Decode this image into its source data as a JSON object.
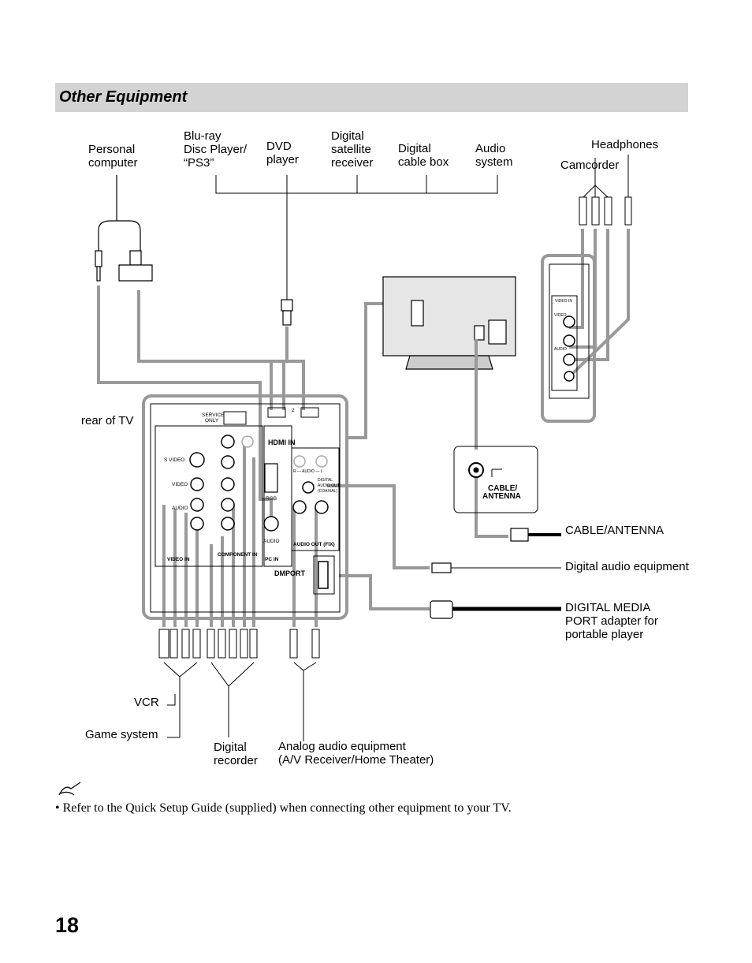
{
  "section": {
    "title": "Other Equipment"
  },
  "devices": {
    "personal_computer": "Personal\ncomputer",
    "bluray": "Blu-ray\nDisc Player/\n“PS3”",
    "dvd": "DVD\nplayer",
    "satellite": "Digital\nsatellite\nreceiver",
    "cable_box": "Digital\ncable box",
    "audio_system": "Audio\nsystem",
    "headphones": "Headphones",
    "camcorder": "Camcorder",
    "rear_of_tv": "rear of TV",
    "cable_antenna": "CABLE/ANTENNA",
    "digital_audio": "Digital audio equipment",
    "dmport_adapter": "DIGITAL MEDIA\nPORT adapter for\nportable player",
    "vcr": "VCR",
    "game_system": "Game system",
    "digital_recorder": "Digital\nrecorder",
    "analog_audio": "Analog audio equipment\n(A/V Receiver/Home Theater)"
  },
  "panel_labels": {
    "service_only": "SERVICE ONLY",
    "hdmi_in": "HDMI IN",
    "s_video": "S VIDEO",
    "video": "VIDEO",
    "audio": "AUDIO",
    "rgb": "RGB",
    "pc_in": "PC IN",
    "video_in": "VIDEO IN",
    "component_in": "COMPONENT IN",
    "audio_out": "AUDIO OUT (FIX)",
    "dmport": "DMPORT",
    "digital_audio_out": "DIGITAL AUDIO OUT (COAXIAL)",
    "r_audio_l": "R — AUDIO — L",
    "side_video_in": "VIDEO IN",
    "cable_antenna_jack": "CABLE/\nANTENNA"
  },
  "note": {
    "text": "• Refer to the Quick Setup Guide (supplied) when connecting other equipment to your TV."
  },
  "page_number": "18"
}
